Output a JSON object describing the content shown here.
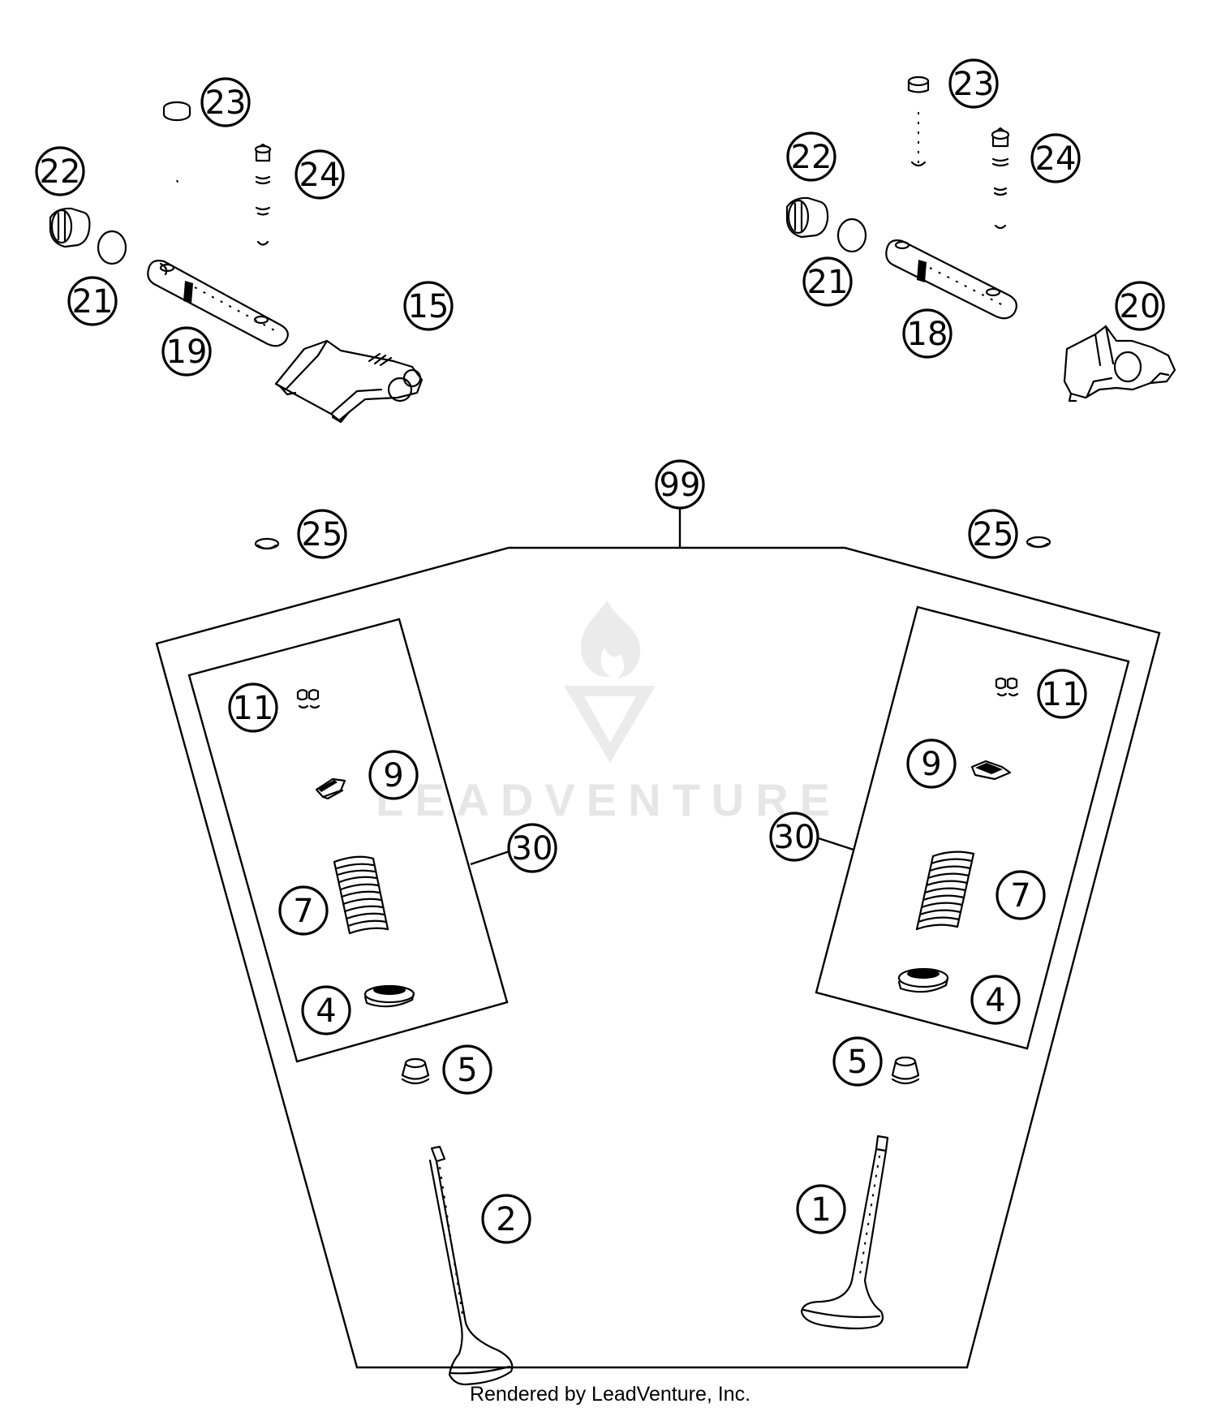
{
  "diagram": {
    "watermark_text": "LEADVENTURE",
    "footer_text": "Rendered by LeadVenture, Inc.",
    "callouts": [
      {
        "id": "c23-left",
        "label": "23"
      },
      {
        "id": "c22-left",
        "label": "22"
      },
      {
        "id": "c24-left",
        "label": "24"
      },
      {
        "id": "c21-left",
        "label": "21"
      },
      {
        "id": "c15",
        "label": "15"
      },
      {
        "id": "c19",
        "label": "19"
      },
      {
        "id": "c23-right",
        "label": "23"
      },
      {
        "id": "c22-right",
        "label": "22"
      },
      {
        "id": "c24-right",
        "label": "24"
      },
      {
        "id": "c21-right",
        "label": "21"
      },
      {
        "id": "c20",
        "label": "20"
      },
      {
        "id": "c18",
        "label": "18"
      },
      {
        "id": "c99",
        "label": "99"
      },
      {
        "id": "c25-left",
        "label": "25"
      },
      {
        "id": "c25-right",
        "label": "25"
      },
      {
        "id": "c11-left",
        "label": "11"
      },
      {
        "id": "c9-left",
        "label": "9"
      },
      {
        "id": "c30-left",
        "label": "30"
      },
      {
        "id": "c7-left",
        "label": "7"
      },
      {
        "id": "c4-left",
        "label": "4"
      },
      {
        "id": "c5-left",
        "label": "5"
      },
      {
        "id": "c2",
        "label": "2"
      },
      {
        "id": "c11-right",
        "label": "11"
      },
      {
        "id": "c9-right",
        "label": "9"
      },
      {
        "id": "c30-right",
        "label": "30"
      },
      {
        "id": "c7-right",
        "label": "7"
      },
      {
        "id": "c4-right",
        "label": "4"
      },
      {
        "id": "c5-right",
        "label": "5"
      },
      {
        "id": "c1",
        "label": "1"
      }
    ]
  }
}
